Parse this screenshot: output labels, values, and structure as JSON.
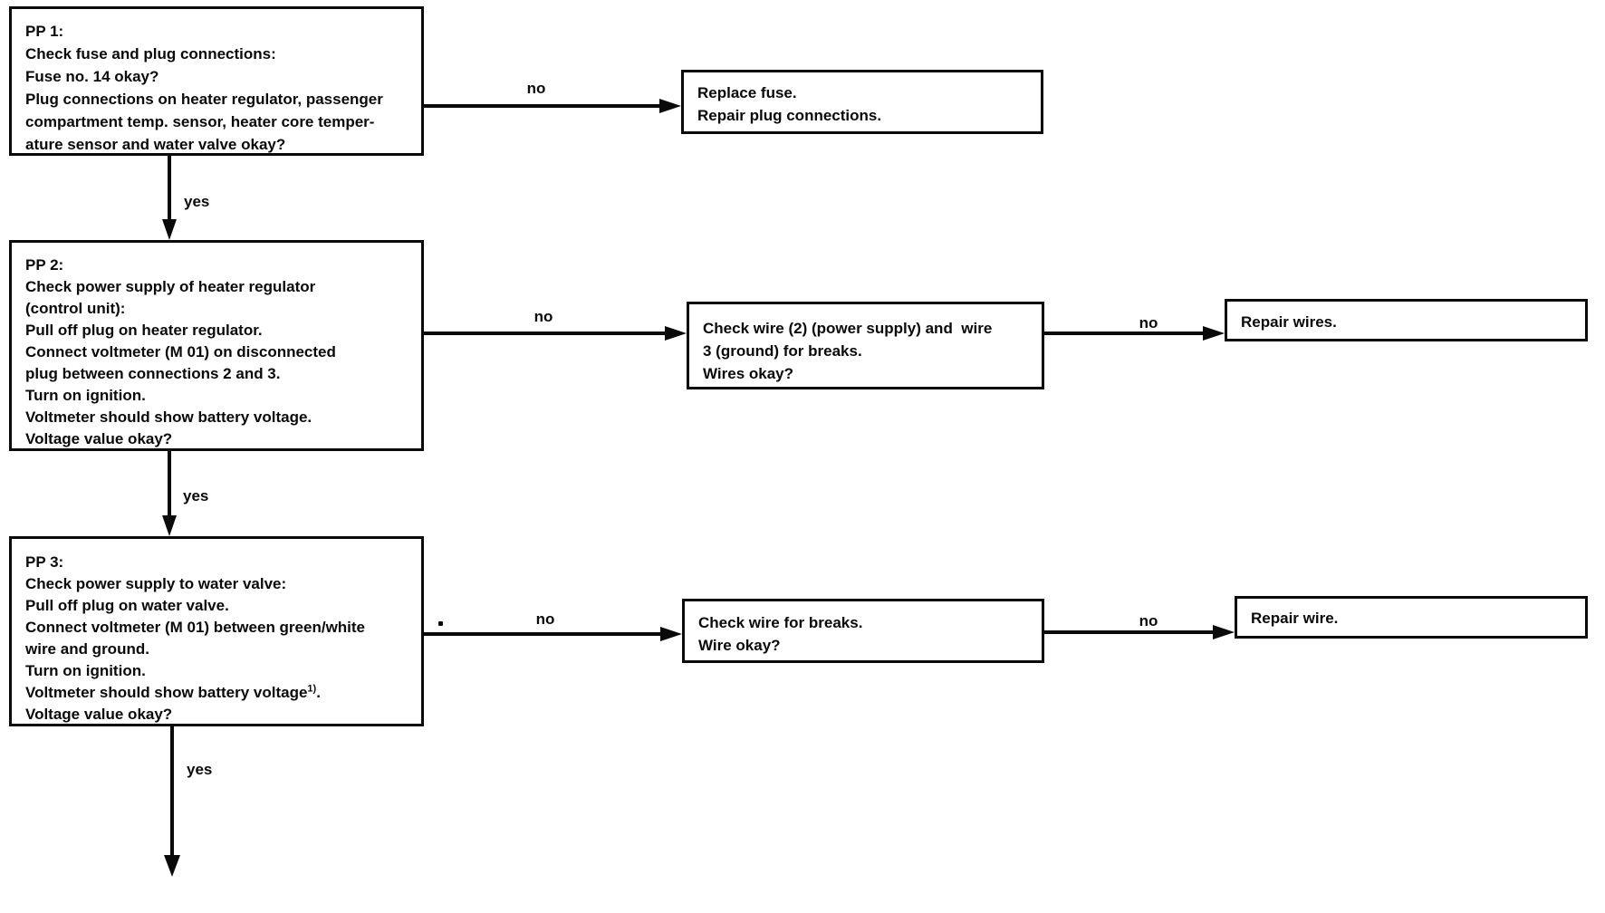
{
  "page": {
    "background_color": "#ffffff",
    "ink_color": "#0a0a0a"
  },
  "nodes": {
    "pp1": {
      "lines": [
        "PP 1:",
        "Check fuse and plug connections:",
        "Fuse no. 14 okay?",
        "Plug connections on heater regulator, passenger",
        "compartment temp. sensor, heater core temper-",
        "ature sensor and water valve okay?"
      ]
    },
    "replace_fuse": {
      "lines": [
        "Replace fuse.",
        "Repair plug connections."
      ]
    },
    "pp2": {
      "lines": [
        "PP 2:",
        "Check power supply of heater regulator",
        "(control unit):",
        "Pull off plug on heater regulator.",
        "Connect voltmeter (M 01) on disconnected",
        "plug between connections 2 and 3.",
        "Turn on ignition.",
        "Voltmeter should show battery voltage.",
        "Voltage value okay?"
      ]
    },
    "check_wires": {
      "lines": [
        "Check wire (2) (power supply) and  wire",
        "3 (ground) for breaks.",
        "Wires okay?"
      ]
    },
    "repair_wires": {
      "lines": [
        "Repair wires."
      ]
    },
    "pp3": {
      "lines": [
        "PP 3:",
        "Check power supply to water valve:",
        "Pull off plug on water valve.",
        "Connect voltmeter (M 01) between green/white",
        "wire and ground.",
        "Turn on ignition."
      ],
      "voltage_main": "Voltmeter should show battery voltage",
      "voltage_sup": "1)",
      "voltage_tail": ".",
      "last_line": "Voltage value okay?"
    },
    "check_wire": {
      "lines": [
        "Check wire for breaks.",
        "Wire okay?"
      ]
    },
    "repair_wire": {
      "lines": [
        "Repair wire."
      ]
    }
  },
  "labels": {
    "no_1": "no",
    "yes_1": "yes",
    "no_2a": "no",
    "no_2b": "no",
    "yes_2": "yes",
    "no_3a": "no",
    "no_3b": "no",
    "yes_3": "yes"
  }
}
